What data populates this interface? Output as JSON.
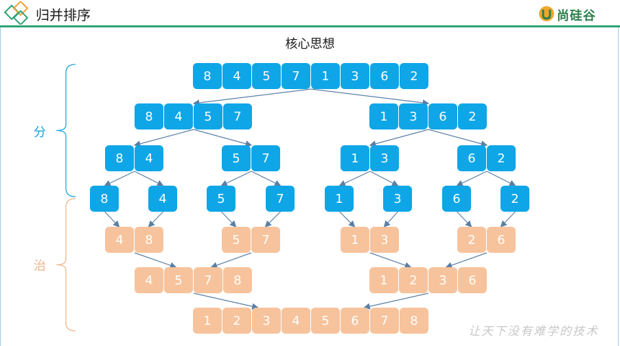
{
  "header": {
    "title": "归并排序",
    "brand": "尚硅谷"
  },
  "core_title": "核心思想",
  "phases": {
    "divide": "分",
    "conquer": "治"
  },
  "footer_note": "让天下没有难学的技术",
  "colors": {
    "divide_cell": "#0ea6e7",
    "conquer_cell": "#f7c39c",
    "divide_text": "#1aa3e0",
    "conquer_text": "#f2b48a",
    "arrow": "#5a7fa6",
    "header_accent": "#2aa373"
  },
  "levels": [
    {
      "phase": "divide",
      "groups": [
        [
          8,
          4,
          5,
          7,
          1,
          3,
          6,
          2
        ]
      ]
    },
    {
      "phase": "divide",
      "groups": [
        [
          8,
          4,
          5,
          7
        ],
        [
          1,
          3,
          6,
          2
        ]
      ]
    },
    {
      "phase": "divide",
      "groups": [
        [
          8,
          4
        ],
        [
          5,
          7
        ],
        [
          1,
          3
        ],
        [
          6,
          2
        ]
      ]
    },
    {
      "phase": "divide",
      "groups": [
        [
          8
        ],
        [
          4
        ],
        [
          5
        ],
        [
          7
        ],
        [
          1
        ],
        [
          3
        ],
        [
          6
        ],
        [
          2
        ]
      ]
    },
    {
      "phase": "conquer",
      "groups": [
        [
          4,
          8
        ],
        [
          5,
          7
        ],
        [
          1,
          3
        ],
        [
          2,
          6
        ]
      ]
    },
    {
      "phase": "conquer",
      "groups": [
        [
          4,
          5,
          7,
          8
        ],
        [
          1,
          2,
          3,
          6
        ]
      ]
    },
    {
      "phase": "conquer",
      "groups": [
        [
          1,
          2,
          3,
          4,
          5,
          6,
          7,
          8
        ]
      ]
    }
  ]
}
